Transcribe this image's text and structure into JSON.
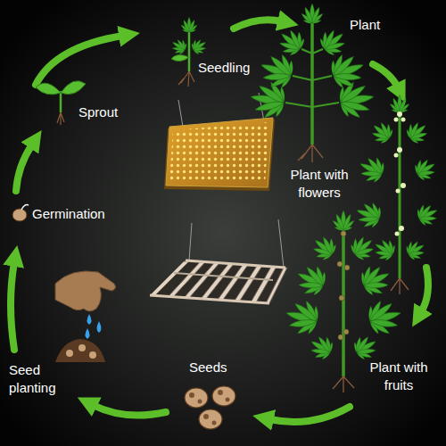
{
  "diagram": {
    "labels": [
      "Sprout",
      "Seedling",
      "Plant",
      "Plant with flowers",
      "Plant with fruits",
      "Seeds",
      "Seed planting",
      "Germination"
    ]
  }
}
